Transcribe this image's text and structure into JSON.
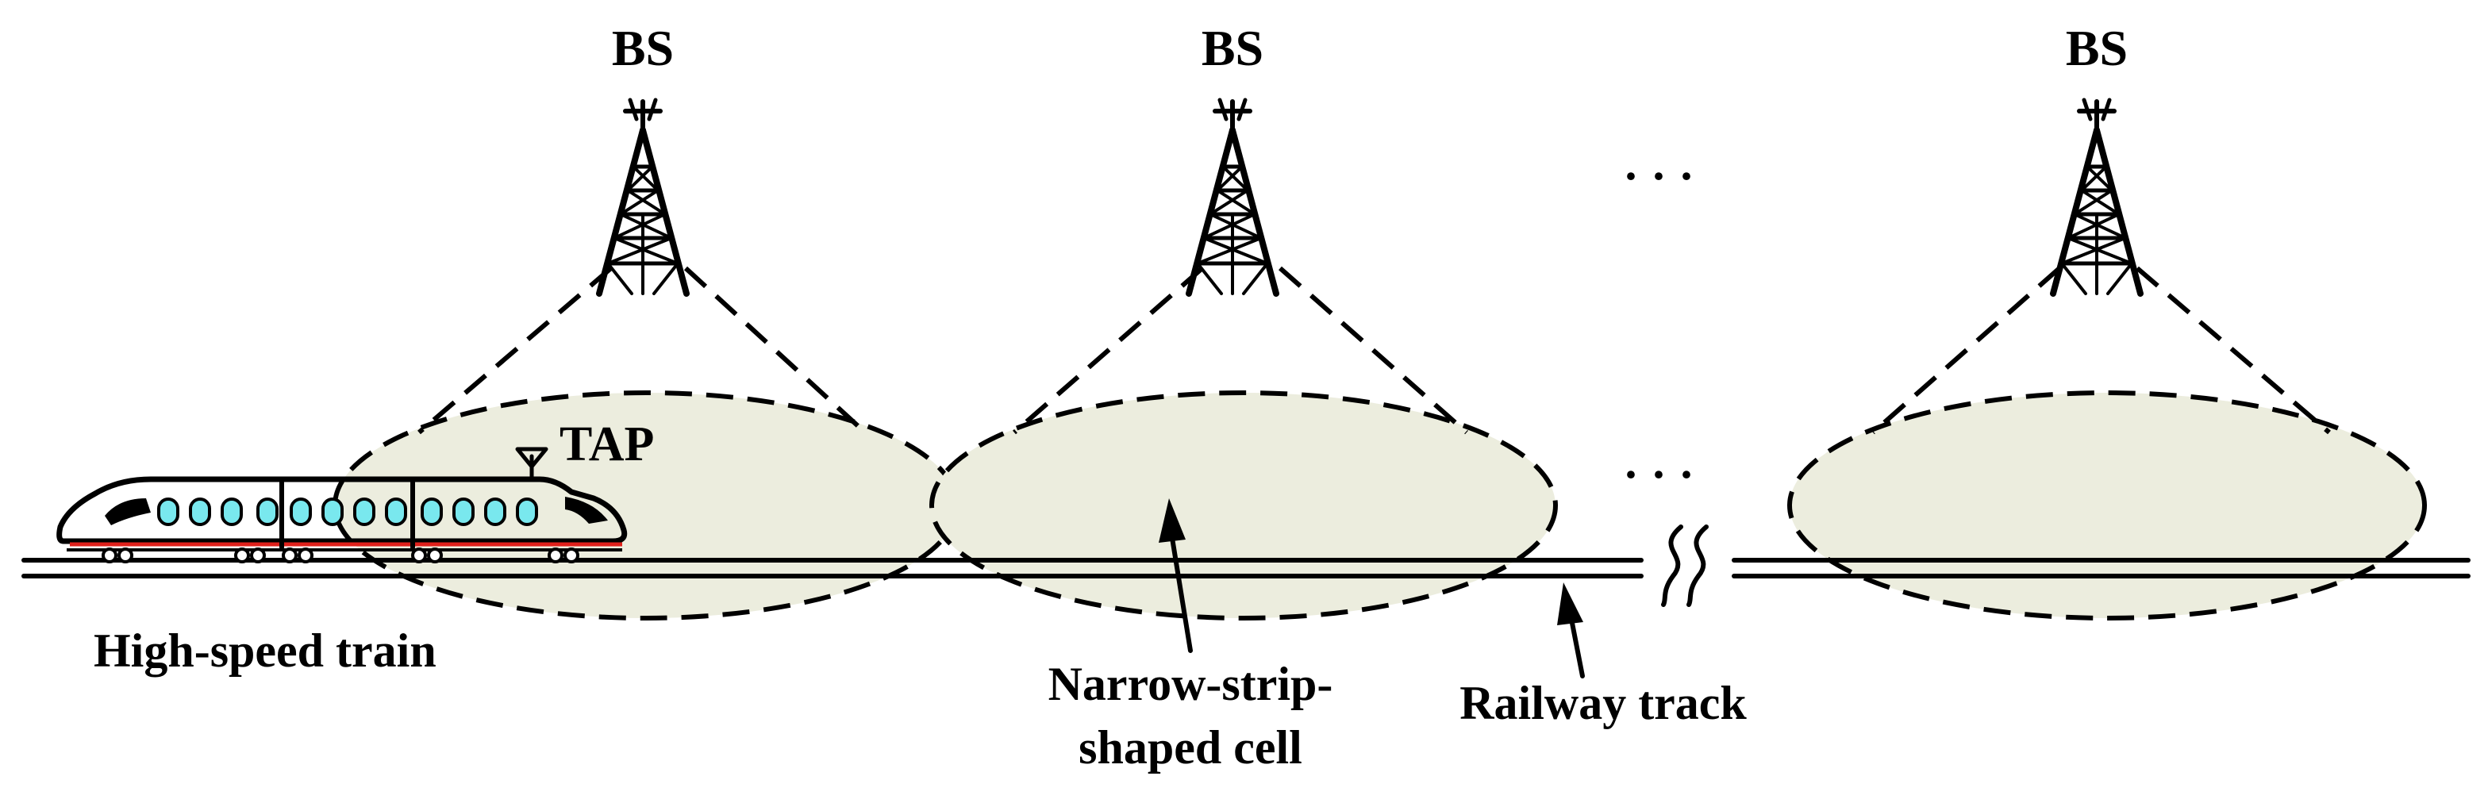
{
  "labels": {
    "bs1": "BS",
    "bs2": "BS",
    "bs3": "BS",
    "tap": "TAP",
    "train": "High-speed train",
    "cell_line1": "Narrow-strip-",
    "cell_line2": "shaped cell",
    "track": "Railway track",
    "ellipsis_top": "· · ·",
    "ellipsis_mid": "· · ·"
  },
  "colors": {
    "cell_fill": "#ecedde",
    "window_fill": "#79e8ee",
    "stripe": "#e0201b"
  },
  "icons": [
    "tower-icon",
    "train-icon",
    "antenna-icon",
    "arrow-icon",
    "break-icon"
  ]
}
